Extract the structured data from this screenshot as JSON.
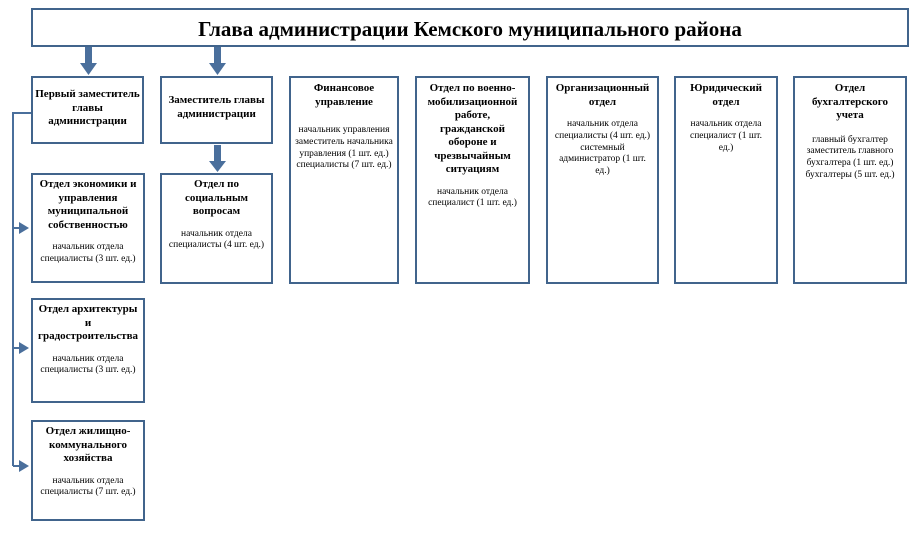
{
  "title": "Глава администрации Кемского муниципального района",
  "nodes": {
    "first_deputy": {
      "title": "Первый заместитель главы администрации"
    },
    "deputy": {
      "title": "Заместитель главы администрации"
    },
    "finance": {
      "title": "Финансовое управление",
      "details": "начальник управления заместитель начальника управления (1 шт. ед.) специалисты (7 шт. ед.)"
    },
    "military": {
      "title": "Отдел по военно-мобилизационной работе, гражданской обороне и чрезвычайным ситуациям",
      "details": "начальник отдела специалист (1 шт. ед.)"
    },
    "org": {
      "title": "Организационный отдел",
      "details": "начальник отдела специалисты (4 шт. ед.) системный администратор (1 шт. ед.)"
    },
    "legal": {
      "title": "Юридический отдел",
      "details": "начальник отдела специалист (1 шт. ед.)"
    },
    "accounting": {
      "title": "Отдел бухгалтерского учета",
      "details": "главный бухгалтер заместитель главного бухгалтера (1 шт. ед.) бухгалтеры (5 шт. ед.)"
    },
    "economy": {
      "title": "Отдел экономики и управления муниципальной собственностью",
      "details": "начальник отдела специалисты (3 шт. ед.)"
    },
    "architecture": {
      "title": "Отдел архитектуры и градостроительства",
      "details": "начальник отдела специалисты (3 шт. ед.)"
    },
    "housing": {
      "title": "Отдел жилищно-коммунального хозяйства",
      "details": "начальник отдела специалисты (7 шт. ед.)"
    },
    "social": {
      "title": "Отдел по социальным вопросам",
      "details": "начальник отдела специалисты (4 шт. ед.)"
    }
  },
  "colors": {
    "border": "#41648c",
    "arrow": "#4a6f9c"
  }
}
